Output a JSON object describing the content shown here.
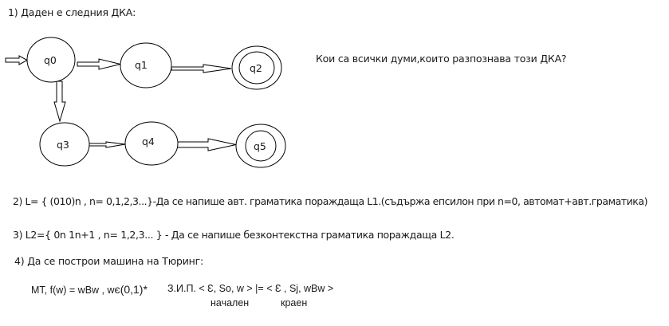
{
  "task1": {
    "heading": "1) Даден е следния ДКА:",
    "question": "Кои са всички думи,които разпознава този ДКА?",
    "states": [
      {
        "id": "q0",
        "label": "q0",
        "accepting": false,
        "initial": true
      },
      {
        "id": "q1",
        "label": "q1",
        "accepting": false,
        "initial": false
      },
      {
        "id": "q2",
        "label": "q2",
        "accepting": true,
        "initial": false
      },
      {
        "id": "q3",
        "label": "q3",
        "accepting": false,
        "initial": false
      },
      {
        "id": "q4",
        "label": "q4",
        "accepting": false,
        "initial": false
      },
      {
        "id": "q5",
        "label": "q5",
        "accepting": true,
        "initial": false
      }
    ],
    "transitions": [
      {
        "from": "q0",
        "to": "q1"
      },
      {
        "from": "q1",
        "to": "q2"
      },
      {
        "from": "q0",
        "to": "q3"
      },
      {
        "from": "q3",
        "to": "q4"
      },
      {
        "from": "q4",
        "to": "q5"
      }
    ]
  },
  "task2": {
    "text": "2) L= { (010)n , n=  0,1,2,3...}-Да се напише авт. граматика пораждаща L1.(съдържа епсилон при n=0, автомат+авт.граматика)"
  },
  "task3": {
    "text": "3) L2={ 0n 1n+1 , n= 1,2,3... } - Да се напише безконтекстна граматика пораждаща L2."
  },
  "task4": {
    "heading": "4) Да се построи машина на Тюринг:",
    "formula": "МТ, f(w) = wBw , w",
    "element_of": "є",
    "alphabet": "(0,1)*",
    "config": "З.И.П. < Ɛ, So, w > |= < Ɛ , Sj, wBw >",
    "label_initial": "начален",
    "label_final": "краен"
  }
}
